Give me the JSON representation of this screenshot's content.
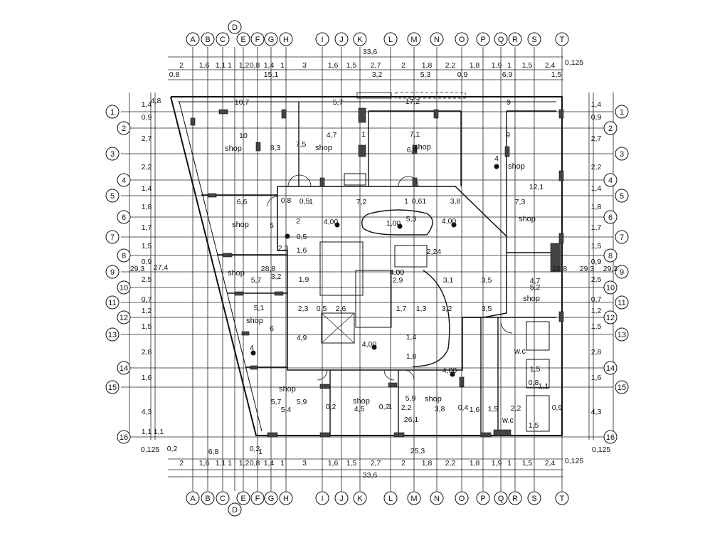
{
  "grid": {
    "columns": [
      "A",
      "B",
      "C",
      "D",
      "E",
      "F",
      "G",
      "H",
      "I",
      "J",
      "K",
      "L",
      "M",
      "N",
      "O",
      "P",
      "Q",
      "R",
      "S",
      "T"
    ],
    "rows": [
      "1",
      "2",
      "3",
      "4",
      "5",
      "6",
      "7",
      "8",
      "9",
      "10",
      "11",
      "12",
      "13",
      "14",
      "15",
      "16"
    ]
  },
  "dimensions": {
    "total_top": "33,6",
    "total_bottom": "33,6",
    "top_row1": [
      "2",
      "1,6",
      "1,1",
      "1",
      "1,2",
      "0,8",
      "1,4",
      "1",
      "3",
      "1,6",
      "1,5",
      "2,7",
      "2",
      "1,8",
      "2,2",
      "1,8",
      "1,9",
      "1",
      "1,5",
      "2,4"
    ],
    "top_row2": [
      "0,8",
      "15,1",
      "3,2",
      "5,3",
      "0,9",
      "6,9",
      "1,5"
    ],
    "bottom_row1": [
      "2",
      "1,6",
      "1,1",
      "1",
      "1,2",
      "0,8",
      "1,4",
      "1",
      "3",
      "1,6",
      "1,5",
      "2,7",
      "2",
      "1,8",
      "2,2",
      "1,8",
      "1,9",
      "1",
      "1,5",
      "2,4"
    ],
    "bottom_row2": [
      "0,125",
      "0,2",
      "6,8",
      "0,2",
      "1",
      "25,3",
      "0,125"
    ],
    "edge_top": "0,125",
    "edge_bottom": "0,125",
    "left_rows": [
      "1,4",
      "0,9",
      "2,7",
      "2,2",
      "1,4",
      "1,8",
      "1,7",
      "1,5",
      "0,9",
      "2,5",
      "0,7",
      "1,2",
      "1,5",
      "2,8",
      "1,6",
      "4,3",
      "1,1"
    ],
    "right_rows": [
      "1,4",
      "0,9",
      "2,7",
      "2,2",
      "1,4",
      "1,8",
      "1,7",
      "1,5",
      "0,9",
      "2,5",
      "0,7",
      "1,2",
      "1,5",
      "2,8",
      "1,6",
      "4,3"
    ],
    "left_total_outer": "29,3",
    "left_total_inner": "27,4",
    "right_total_inner": "29,8",
    "right_total_outer": "29,3",
    "right_total_outer2": "29,3"
  },
  "room_labels": {
    "shop": "shop",
    "wc": "w.c"
  },
  "level_marks": [
    "4,00",
    "1,00",
    "4,00",
    "4,00",
    "4,00",
    "4,00"
  ],
  "interior_dims": [
    "10,7",
    "5,7",
    "17,2",
    "9",
    "10",
    "4,7",
    "1",
    "7,1",
    "9",
    "8,3",
    "7,5",
    "6,9",
    "2,3",
    "4",
    "12,1",
    "6,6",
    "0,8",
    "0,5",
    "1",
    "7,2",
    "1",
    "0,61",
    "3,8",
    "7,3",
    "2",
    "5,3",
    "0,5",
    "5",
    "1,6",
    "2,24",
    "28,8",
    "3,2",
    "5,7",
    "4,00",
    "3,1",
    "3,5",
    "4,7",
    "5,2",
    "2,9",
    "1,9",
    "5,1",
    "2,3",
    "0,5",
    "2,6",
    "1,7",
    "1,3",
    "3,2",
    "3,5",
    "4",
    "6",
    "4,9",
    "1,4",
    "1,8",
    "1,5",
    "0,8",
    "5,7",
    "5,4",
    "5,9",
    "0,2",
    "4,5",
    "1",
    "0,2",
    "2,2",
    "5,9",
    "3,8",
    "0,4",
    "1,6",
    "1,5",
    "2,2",
    "1,1",
    "0,9",
    "26,1",
    "1,1",
    "1,5",
    "4,8"
  ]
}
